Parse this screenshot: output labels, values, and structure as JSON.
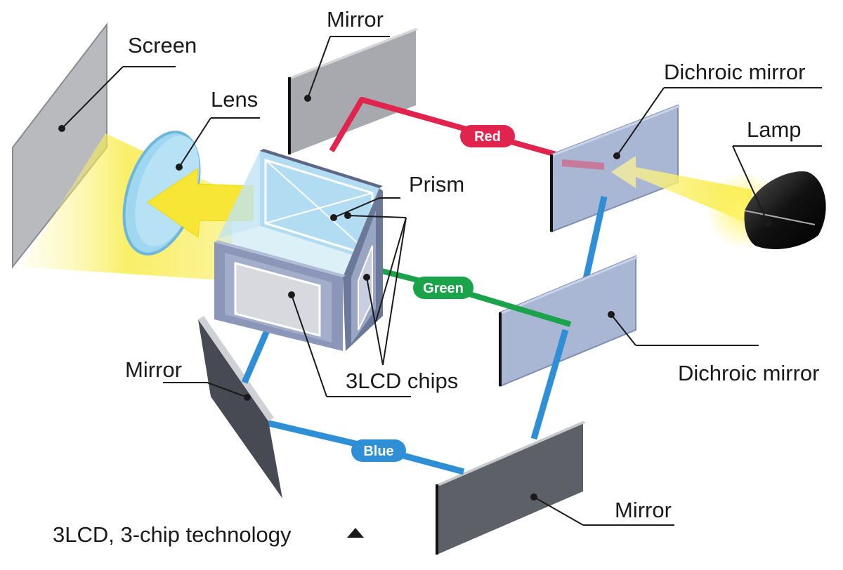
{
  "labels": {
    "screen": "Screen",
    "lens": "Lens",
    "mirror_top": "Mirror",
    "dichroic_top": "Dichroic mirror",
    "lamp": "Lamp",
    "prism": "Prism",
    "dichroic_mid": "Dichroic mirror",
    "mirror_left": "Mirror",
    "chips": "3LCD chips",
    "mirror_bottom": "Mirror",
    "footer": "3LCD, 3-chip technology"
  },
  "beams": {
    "red": "Red",
    "green": "Green",
    "blue": "Blue"
  },
  "colors": {
    "red": "#e0244e",
    "green": "#1aa34a",
    "blue": "#2e8fd6",
    "light": "#f7ea3a",
    "mirror_gray": "#8e9096",
    "dichroic": "#aab8d6",
    "chip_frame": "#8b96b8"
  },
  "icons": {
    "footer_marker": "triangle-up-icon"
  }
}
